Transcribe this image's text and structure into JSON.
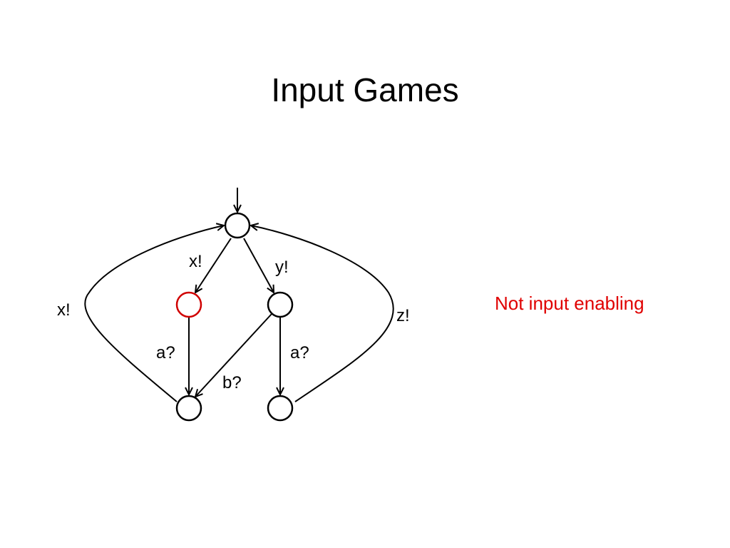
{
  "slide": {
    "title": "Input Games",
    "note": "Not input enabling",
    "note_color": "#e00000"
  },
  "diagram": {
    "states": [
      {
        "id": "s0",
        "initial": true,
        "highlight": false
      },
      {
        "id": "s1",
        "initial": false,
        "highlight": true
      },
      {
        "id": "s2",
        "initial": false,
        "highlight": false
      },
      {
        "id": "s3",
        "initial": false,
        "highlight": false
      },
      {
        "id": "s4",
        "initial": false,
        "highlight": false
      }
    ],
    "highlight_color": "#d00000",
    "transitions": [
      {
        "from": "s0",
        "to": "s1",
        "label": "x!"
      },
      {
        "from": "s0",
        "to": "s2",
        "label": "y!"
      },
      {
        "from": "s1",
        "to": "s3",
        "label": "a?"
      },
      {
        "from": "s2",
        "to": "s3",
        "label": "b?"
      },
      {
        "from": "s2",
        "to": "s4",
        "label": "a?"
      },
      {
        "from": "s3",
        "to": "s0",
        "label": "x!"
      },
      {
        "from": "s4",
        "to": "s0",
        "label": "z!"
      }
    ]
  }
}
